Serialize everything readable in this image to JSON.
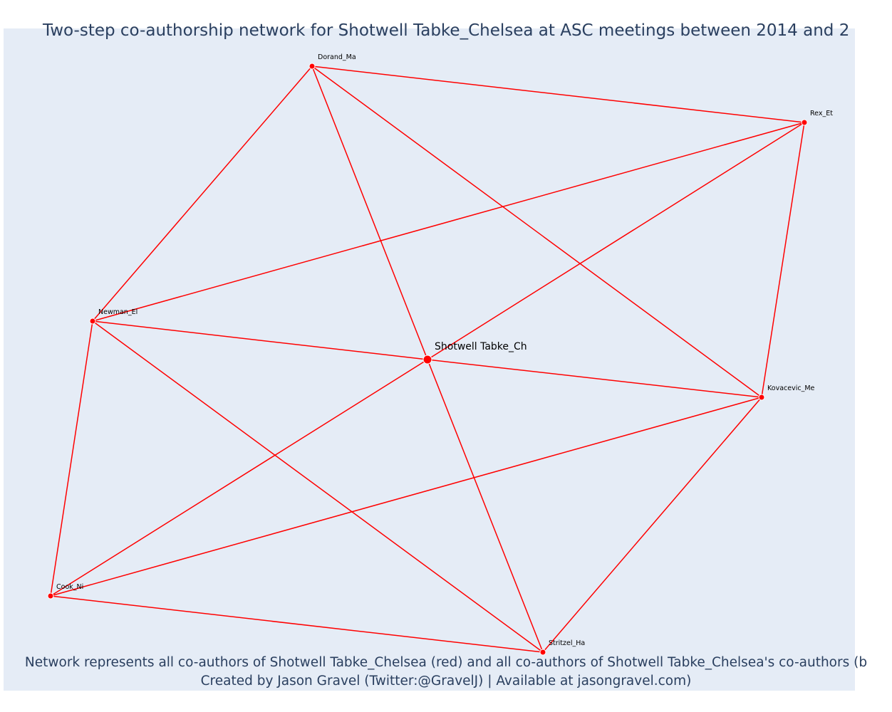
{
  "title": "Two-step co-authorship network for Shotwell Tabke_Chelsea at ASC meetings between 2014 and 2",
  "caption": {
    "line1": "Network represents all co-authors of Shotwell Tabke_Chelsea (red) and all co-authors of Shotwell Tabke_Chelsea's co-authors (b",
    "line2": "Created by Jason Gravel (Twitter:@GravelJ) | Available at jasongravel.com)"
  },
  "colors": {
    "edge": "#ff0000",
    "node": "#ff0000",
    "background": "#e5ecf6",
    "title": "#2a3f5f"
  },
  "nodes": [
    {
      "id": "center",
      "label": "Shotwell Tabke_Ch",
      "focal": true
    },
    {
      "id": "dorand",
      "label": "Dorand_Ma"
    },
    {
      "id": "rex",
      "label": "Rex_Et"
    },
    {
      "id": "newman",
      "label": "Newman_El"
    },
    {
      "id": "kovacevic",
      "label": "Kovacevic_Me"
    },
    {
      "id": "cook",
      "label": "Cook_Ni"
    },
    {
      "id": "stritzel",
      "label": "Stritzel_Ha"
    }
  ],
  "edges": [
    [
      "dorand",
      "rex"
    ],
    [
      "dorand",
      "newman"
    ],
    [
      "dorand",
      "center"
    ],
    [
      "dorand",
      "kovacevic"
    ],
    [
      "rex",
      "newman"
    ],
    [
      "rex",
      "center"
    ],
    [
      "rex",
      "kovacevic"
    ],
    [
      "newman",
      "center"
    ],
    [
      "newman",
      "cook"
    ],
    [
      "newman",
      "stritzel"
    ],
    [
      "center",
      "kovacevic"
    ],
    [
      "center",
      "cook"
    ],
    [
      "center",
      "stritzel"
    ],
    [
      "kovacevic",
      "cook"
    ],
    [
      "kovacevic",
      "stritzel"
    ],
    [
      "cook",
      "stritzel"
    ]
  ]
}
